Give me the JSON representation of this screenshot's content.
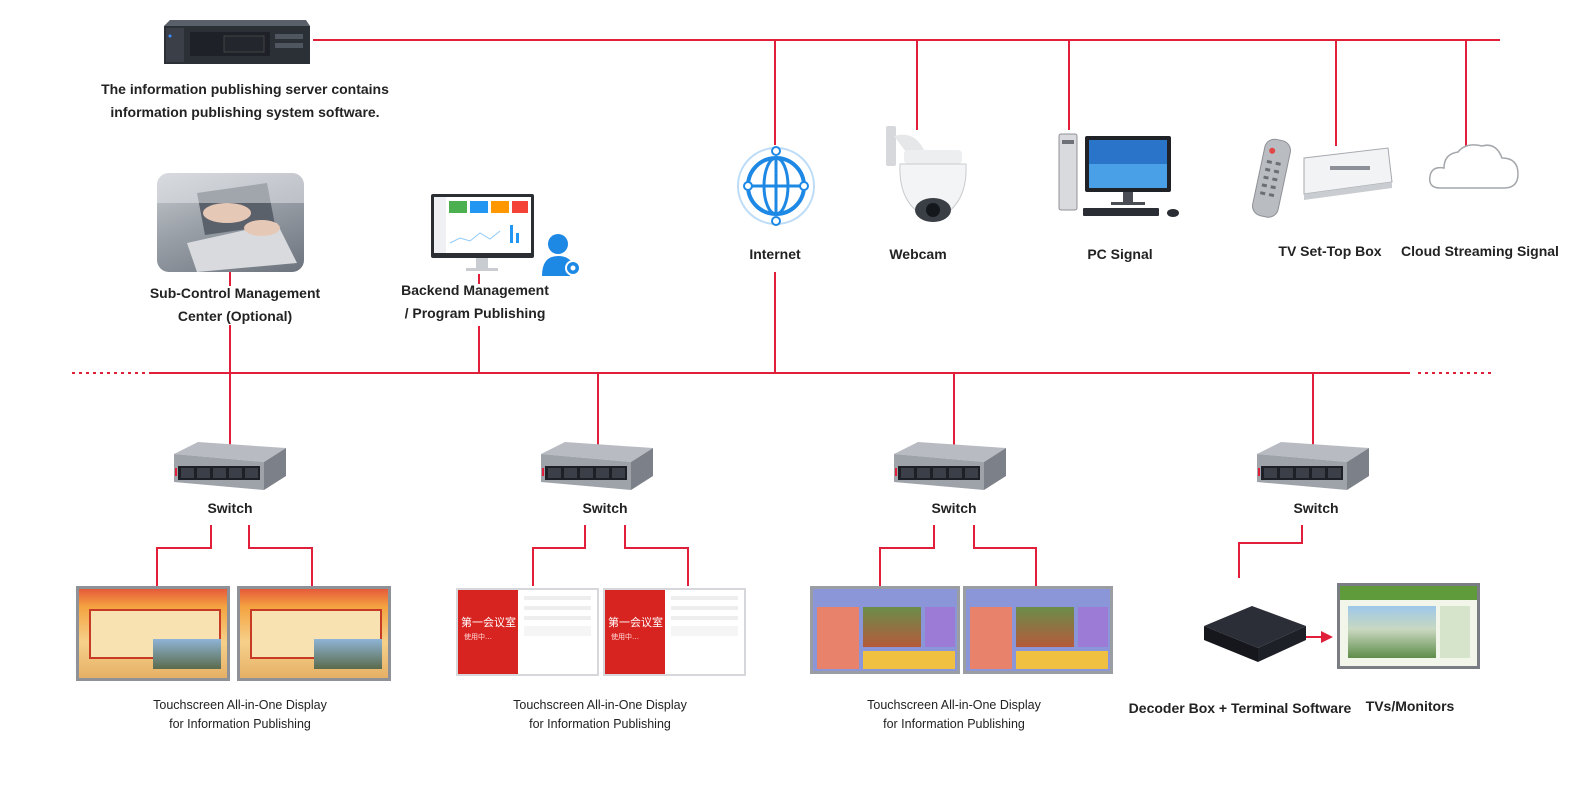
{
  "colors": {
    "line": "#e0203a",
    "accent_blue": "#1e88e5"
  },
  "server": {
    "label_line1": "The information publishing server contains",
    "label_line2": "information publishing system software."
  },
  "sources": {
    "internet": "Internet",
    "webcam": "Webcam",
    "pc": "PC Signal",
    "tv_box": "TV Set-Top Box",
    "cloud": "Cloud Streaming Signal"
  },
  "subcontrol": {
    "line1": "Sub-Control Management",
    "line2": "Center (Optional)"
  },
  "backend": {
    "line1": "Backend Management",
    "line2": "/ Program Publishing"
  },
  "switches": [
    "Switch",
    "Switch",
    "Switch",
    "Switch"
  ],
  "groups": [
    {
      "line1": "Touchscreen All-in-One Display",
      "line2": "for Information Publishing"
    },
    {
      "line1": "Touchscreen All-in-One Display",
      "line2": "for Information Publishing"
    },
    {
      "line1": "Touchscreen All-in-One Display",
      "line2": "for Information Publishing"
    }
  ],
  "decoder": "Decoder Box + Terminal Software",
  "tvs": "TVs/Monitors",
  "screen_text": {
    "room": "第一会议室",
    "status": "使用中…"
  }
}
